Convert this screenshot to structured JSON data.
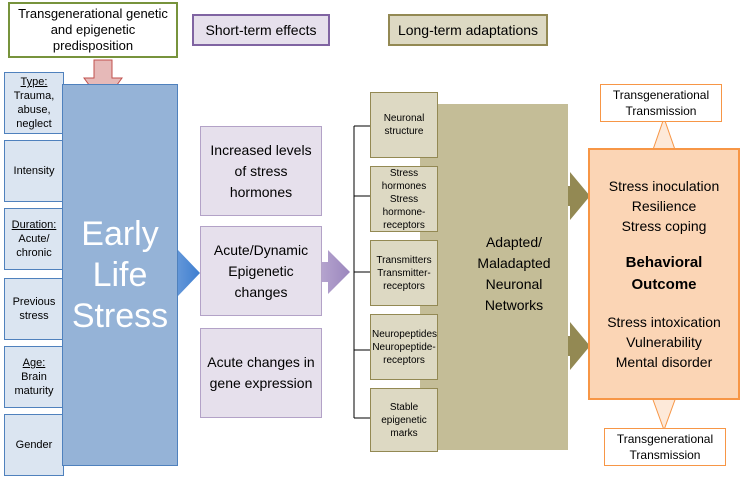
{
  "header": {
    "predisposition": "Transgenerational genetic and epigenetic predisposition",
    "short_term": "Short-term effects",
    "long_term": "Long-term adaptations"
  },
  "factors": {
    "type_label": "Type:",
    "type_values": "Trauma, abuse, neglect",
    "intensity": "Intensity",
    "duration_label": "Duration:",
    "duration_values": "Acute/ chronic",
    "previous_stress": "Previous stress",
    "age_label": "Age:",
    "age_values": "Brain maturity",
    "gender": "Gender"
  },
  "early_life_stress": "Early Life Stress",
  "short_term_effects": [
    "Increased levels of stress hormones",
    "Acute/Dynamic Epigenetic changes",
    "Acute changes in gene expression"
  ],
  "long_term_items": [
    "Neuronal structure",
    "Stress hormones Stress hormone-receptors",
    "Transmitters Transmitter-receptors",
    "Neuropeptides Neuropeptide-receptors",
    "Stable epigenetic marks"
  ],
  "networks": "Adapted/ Maladapted Neuronal Networks",
  "outcome": {
    "positive_1": "Stress inoculation",
    "positive_2": "Resilience",
    "positive_3": "Stress coping",
    "title_1": "Behavioral",
    "title_2": "Outcome",
    "negative_1": "Stress intoxication",
    "negative_2": "Vulnerability",
    "negative_3": "Mental disorder"
  },
  "transmission_top": "Transgenerational Transmission",
  "transmission_bottom": "Transgenerational Transmission",
  "colors": {
    "blue": "#95b3d7",
    "purple": "#e6e0ec",
    "tan": "#c4bd97",
    "orange": "#fbd5b5",
    "pink_arrow": "#e6b9b8"
  }
}
